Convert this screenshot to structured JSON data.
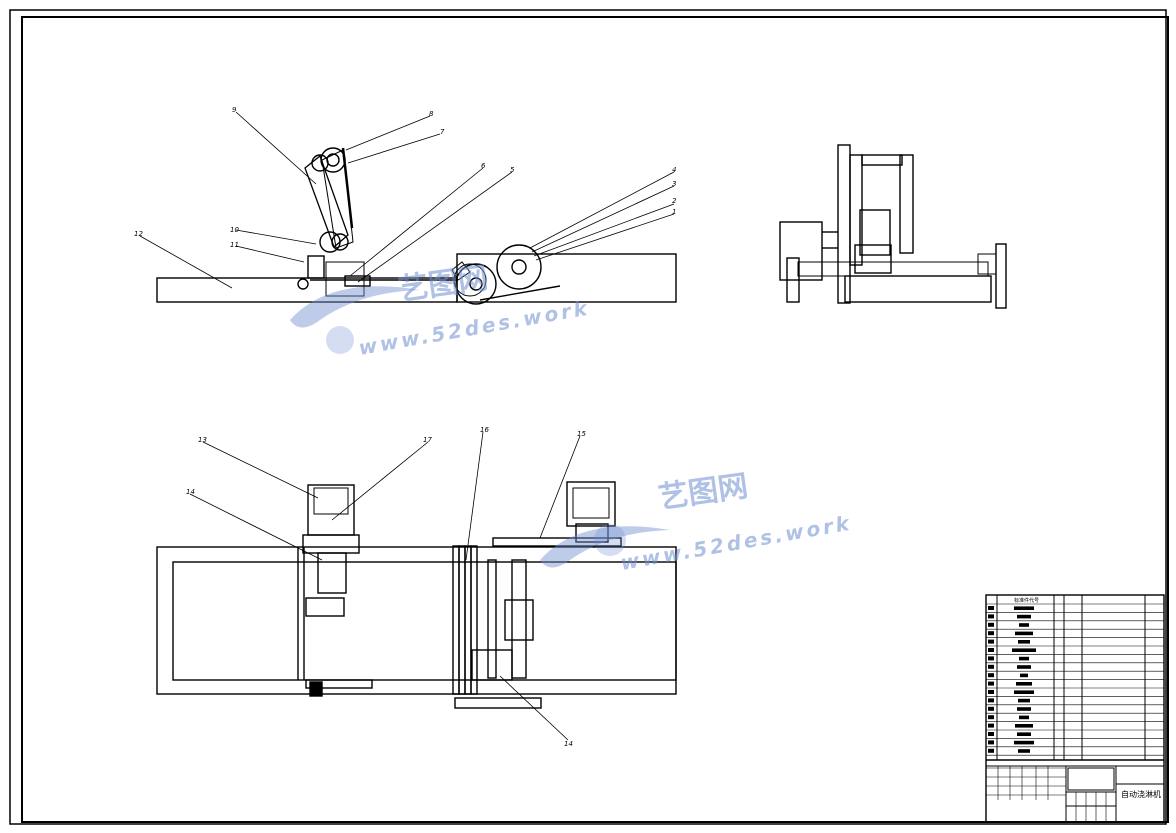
{
  "watermark": {
    "name": "艺图网",
    "url": "www.52des.work"
  },
  "part_numbers": [
    "1",
    "2",
    "3",
    "4",
    "5",
    "6",
    "7",
    "8",
    "9",
    "10",
    "11",
    "12",
    "13",
    "14",
    "15",
    "16",
    "17"
  ],
  "title_block": {
    "drawing_title": "自动浇淋机",
    "bom_header": "标准件代号"
  }
}
